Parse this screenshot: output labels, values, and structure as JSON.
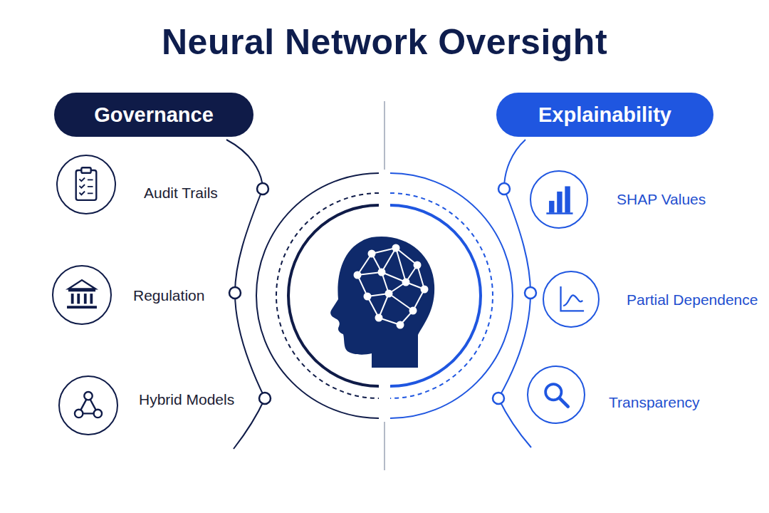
{
  "diagram": {
    "title": "Neural Network Oversight",
    "nodes": [
      {
        "text": [
          "Governance"
        ]
      },
      {
        "text": [
          "Audit Trails"
        ]
      },
      {
        "text": [
          "Regulation"
        ]
      },
      {
        "text": [
          "Hybrid Models"
        ]
      },
      {
        "text": [
          "Explainability"
        ]
      },
      {
        "text": [
          "SHAP Values"
        ]
      },
      {
        "text": [
          "Partial Dependence"
        ]
      },
      {
        "text": [
          "Transparency"
        ]
      }
    ]
  }
}
